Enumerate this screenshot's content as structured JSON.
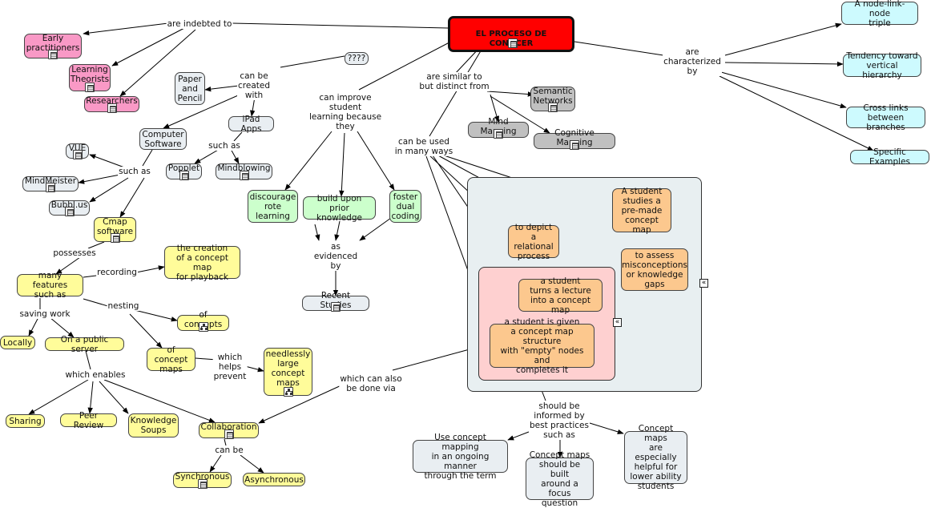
{
  "colors": {
    "root": "#ff0000",
    "pink": "#f999c6",
    "lightgray": "#e9eef2",
    "gray": "#c0c0c0",
    "cyan": "#cdfafe",
    "green": "#ccffcc",
    "yellow": "#fffc9a",
    "orange": "#fcc88e",
    "group_outer": "#e8eff1",
    "group_inner": "#fed0d0",
    "line": "#000000"
  },
  "nodes": {
    "root": "EL PROCESO DE CONOCER",
    "early": "Early\npractitioners",
    "learning_theorists": "Learning\nTheorists",
    "researchers": "Researchers",
    "paper_pencil": "Paper\nand\nPencil",
    "computer_software": "Computer\nSoftware",
    "ipad_apps": "iPad Apps",
    "vue": "VUE",
    "mindmeister": "MindMeister",
    "bubbl": "Bubbl.us",
    "cmap": "Cmap\nsoftware",
    "popplet": "Popplet",
    "mindblowing": "Mindblowing",
    "question": "????",
    "semantic": "Semantic\nNetworks",
    "mind_mapping": "Mind Mapping",
    "cognitive": "Cognitive Mapping",
    "triple": "A node-link-node\ntriple",
    "tendency": "Tendency toward\nvertical hierarchy",
    "crosslinks": "Cross links\nbetween branches",
    "examples": "Specific Examples",
    "discourage": "discourage\nrote\nlearning",
    "build": "build upon\nprior knowledge",
    "foster": "foster\ndual\ncoding",
    "recent": "Recent Studies",
    "features": "many features\nsuch as",
    "creation": "the creation\nof a concept map\nfor playback",
    "of_concepts": "of concepts",
    "of_maps": "of concept\nmaps",
    "needless": "needlessly\nlarge\nconcept\nmaps",
    "locally": "Locally",
    "public": "On a public server",
    "sharing": "Sharing",
    "peer": "Peer Review",
    "knowledge_soups": "Knowledge\nSoups",
    "collaboration": "Collaboration",
    "synchronous": "Synchronous",
    "asynchronous": "Asynchronous",
    "premade": "A student\nstudies a\npre-made\nconcept map",
    "depict": "to depict\na relational\nprocess",
    "assess": "to assess\nmisconceptions\nor knowledge\ngaps",
    "lecture": "a student\nturns a lecture\ninto a concept map",
    "given": "a student is given\na concept map structure\nwith \"empty\" nodes and\ncompletes it",
    "ongoing": "Use concept mapping\nin an ongoing manner\nthrough the term",
    "focus": "Concept maps\nshould be built\naround a focus\nquestion",
    "lower": "Concept maps\nare especially\nhelpful for\nlower ability\nstudents"
  },
  "labels": {
    "indebted": "are indebted to",
    "created": "can be\ncreated\nwith",
    "similar": "are similar to\nbut distinct from",
    "characterized": "are\ncharacterized\nby",
    "improve": "can improve\nstudent\nlearning because\nthey",
    "used": "can be used\nin many ways",
    "such_as_ipad": "such as",
    "such_as_cs": "such as",
    "possesses": "possesses",
    "recording": "recording",
    "nesting": "nesting",
    "saving": "saving work",
    "enables": "which enables",
    "helps": "which\nhelps\nprevent",
    "evidenced": "as\nevidenced\nby",
    "also_via": "which can also\nbe done via",
    "can_be": "can be",
    "informed": "should be\ninformed by\nbest practices\nsuch as"
  },
  "icons": {
    "resource": "resource-icon",
    "submap": "concept-map-icon",
    "collapse": "collapse-arrows-icon",
    "collapse_glyph": "«"
  }
}
